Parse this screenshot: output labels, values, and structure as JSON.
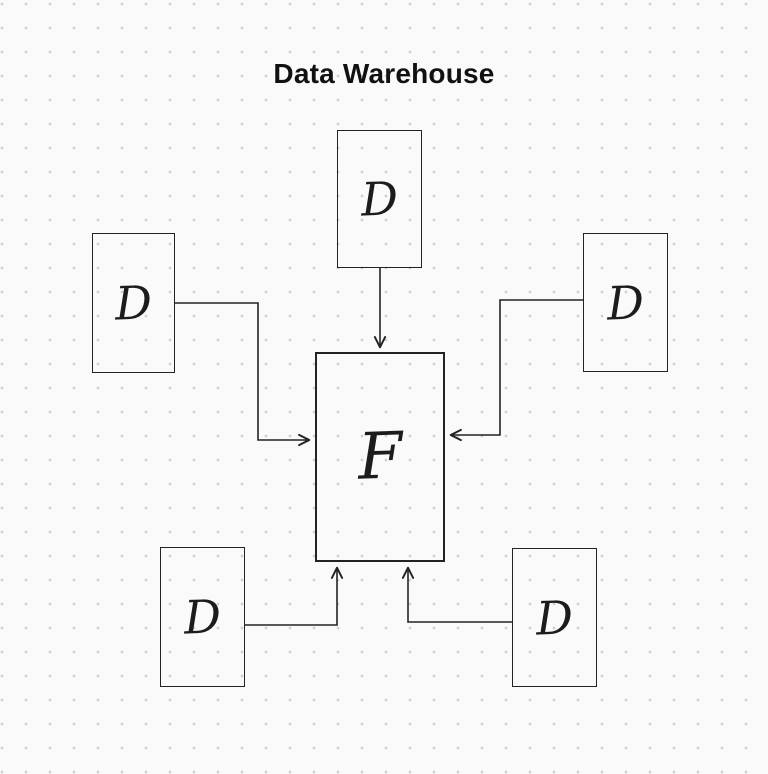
{
  "canvas": {
    "title": "Data Warehouse",
    "background_color": "#fafafa",
    "dot_color": "#cfcfcf",
    "stroke_color": "#232323",
    "text_color": "#1c1c1c"
  },
  "nodes": {
    "fact": {
      "label": "F",
      "type": "fact-table"
    },
    "dim_top": {
      "label": "D",
      "type": "dimension-table"
    },
    "dim_left": {
      "label": "D",
      "type": "dimension-table"
    },
    "dim_right": {
      "label": "D",
      "type": "dimension-table"
    },
    "dim_bottom_left": {
      "label": "D",
      "type": "dimension-table"
    },
    "dim_bottom_right": {
      "label": "D",
      "type": "dimension-table"
    }
  },
  "edges": [
    {
      "from": "dim_top",
      "to": "fact",
      "direction": "down"
    },
    {
      "from": "dim_left",
      "to": "fact",
      "direction": "right"
    },
    {
      "from": "dim_right",
      "to": "fact",
      "direction": "left"
    },
    {
      "from": "dim_bottom_left",
      "to": "fact",
      "direction": "up"
    },
    {
      "from": "dim_bottom_right",
      "to": "fact",
      "direction": "up"
    }
  ]
}
